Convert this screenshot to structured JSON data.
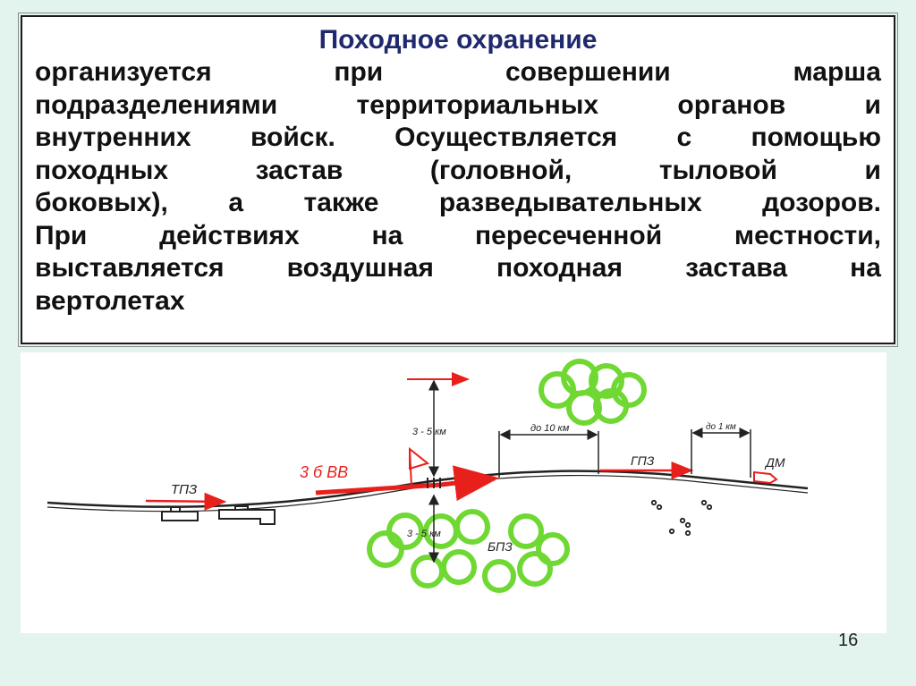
{
  "slide": {
    "title": "Походное охранение",
    "body_lines": [
      "организуется при совершении марша",
      "подразделениями территориальных органов и",
      "внутренних войск. Осуществляется с помощью",
      "походных застав (головной, тыловой и",
      "боковых), а также разведывательных дозоров.",
      "При действиях на пересеченной местности,",
      "выставляется воздушная походная застава на",
      "вертолетах"
    ],
    "page_number": "16"
  },
  "diagram": {
    "labels": {
      "tpz": "ТПЗ",
      "main_force": "3 б ВВ",
      "dist_top": "3 - 5 км",
      "dist_bottom": "3 - 5 км",
      "bpz": "БПЗ",
      "dist_to_gpz": "до 10 км",
      "gpz": "ГПЗ",
      "dist_to_dm": "до 1 км",
      "dm": "ДМ"
    },
    "colors": {
      "arrow": "#e8201c",
      "foliage": "#6fd832",
      "road": "#222222"
    }
  }
}
